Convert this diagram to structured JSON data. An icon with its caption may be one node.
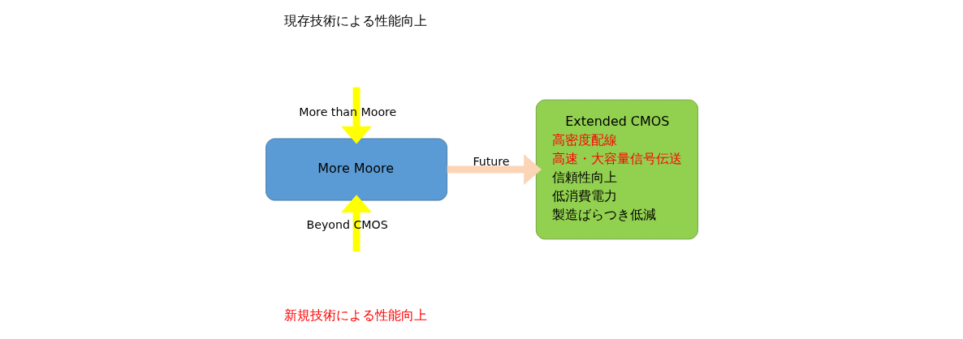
{
  "diagram": {
    "nodes": [
      {
        "text": [
          "More Moore"
        ]
      },
      {
        "text": [
          "Extended CMOS",
          "高密度配線",
          "高速・大容量信号伝送",
          "信頼性向上",
          "低消費電力",
          "製造ばらつき低減"
        ]
      }
    ],
    "edges": [
      {
        "from": null,
        "to": 0,
        "arrow": "to",
        "label": "More than Moore",
        "color": "#ffff00"
      },
      {
        "from": null,
        "to": 0,
        "arrow": "to",
        "label": "Beyond CMOS",
        "color": "#ffff00"
      },
      {
        "from": 0,
        "to": 1,
        "arrow": "to",
        "label": "Future",
        "color": "#fbd5b5"
      }
    ],
    "labels": [
      "現存技術による性能向上",
      "新規技術による性能向上"
    ]
  }
}
